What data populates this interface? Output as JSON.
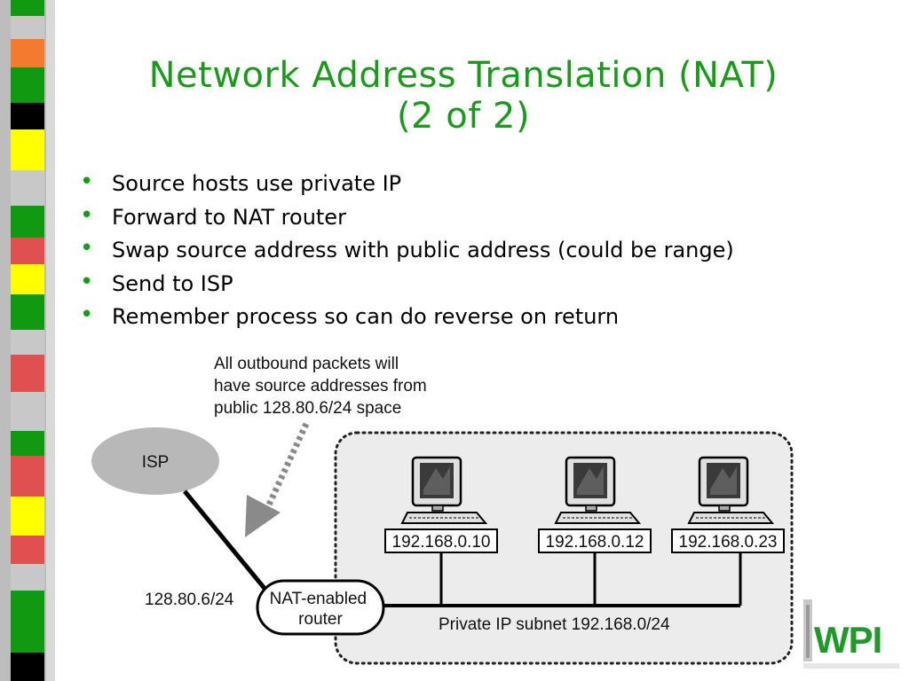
{
  "title": {
    "line1": "Network Address Translation (NAT)",
    "line2": "(2 of 2)"
  },
  "bullets": [
    "Source hosts use private IP",
    "Forward to NAT router",
    "Swap source address with public address (could be range)",
    "Send to ISP",
    "Remember process so can do reverse on return"
  ],
  "diagram": {
    "callout": [
      "All outbound packets will",
      "have source addresses from",
      "public 128.80.6/24 space"
    ],
    "isp_label": "ISP",
    "public_addr": "128.80.6/24",
    "router_label": [
      "NAT-enabled",
      "router"
    ],
    "hosts": [
      "192.168.0.10",
      "192.168.0.12",
      "192.168.0.23"
    ],
    "subnet_label": "Private IP subnet 192.168.0/24"
  },
  "logo": {
    "text": "WPI"
  },
  "colors": {
    "title": "#1a9a1a",
    "bullet": "#1a9a1a",
    "logo_green": "#1f9a2a",
    "logo_red": "#e03020"
  }
}
